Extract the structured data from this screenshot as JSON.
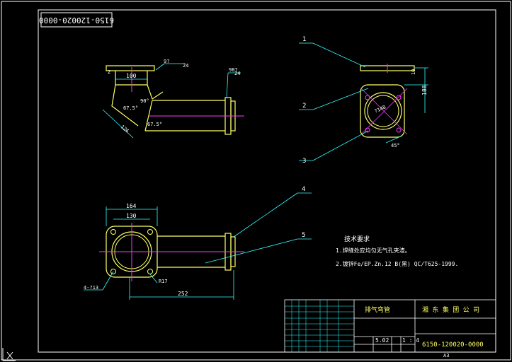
{
  "drawing_number_stamp": "6150-120020-0000",
  "drawing_number": "6150-120020-0000",
  "sheet_size": "A3",
  "company": "湘 东 集 团 公 司",
  "part_name": "排气弯管",
  "weight": "5.02",
  "scale": "1 : 4",
  "tech_req_title": "技术要求",
  "tech_req_1": "1.焊缝处应均匀无气孔夹渣。",
  "tech_req_2": "2.镀锌Fe/EP.Zn.12 B(黑) QC/T625-1999.",
  "balloons": [
    "1",
    "2",
    "3",
    "4",
    "5"
  ],
  "dims": {
    "d100": "100",
    "d2": "2",
    "d675a": "67.5°",
    "d90": "90°",
    "d675b": "67.5°",
    "d126": "126",
    "d9": "9?",
    "d24a": "24",
    "d98": "98?",
    "d24b": "24",
    "d10": "10",
    "d188": "188",
    "d148": "?148",
    "d45": "45°",
    "d164": "164",
    "d130": "130",
    "d4x13": "4-?13",
    "dR17": "R17",
    "d252": "252"
  },
  "colors": {
    "border": "#ffffff",
    "outline": "#ffff66",
    "centerline": "#ff33ff",
    "dimension": "#33ffff",
    "text": "#ffffff"
  }
}
